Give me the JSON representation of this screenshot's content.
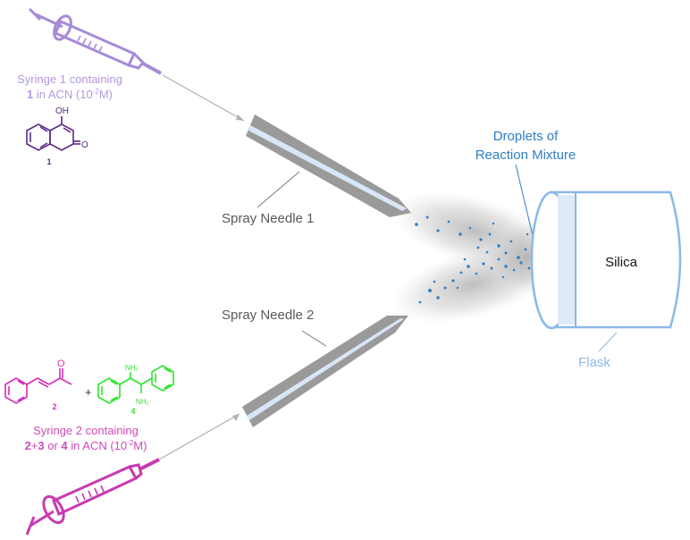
{
  "syringe1": {
    "caption_line1": "Syringe 1 containing",
    "caption_line2_bold": "1",
    "caption_line2_rest": " in ACN (10",
    "caption_line2_exp": "-2",
    "caption_line2_end": "M)",
    "color": "#a78bd8"
  },
  "compound1": {
    "oh_label": "OH",
    "o_label": "O",
    "number": "1",
    "color": "#5b2a86"
  },
  "syringe2": {
    "caption_line1": "Syringe 2 containing",
    "caption_line2_a": "2",
    "caption_line2_b": "+",
    "caption_line2_c": "3",
    "caption_line2_d": " or ",
    "caption_line2_e": "4",
    "caption_line2_rest": " in ACN (10",
    "caption_line2_exp": "-2",
    "caption_line2_end": "M)",
    "color": "#c83ab0"
  },
  "compound2": {
    "o_label": "O",
    "number": "2",
    "color": "#d42fb8"
  },
  "plus_sign": "+",
  "compound4": {
    "nh2_top": "NH₂",
    "nh2_bottom": "NH₂",
    "number": "4",
    "color": "#2ee62e"
  },
  "needle1": {
    "label": "Spray Needle 1"
  },
  "needle2": {
    "label": "Spray Needle 2"
  },
  "droplets": {
    "label_line1": "Droplets of",
    "label_line2": "Reaction Mixture",
    "color": "#2e7fc4"
  },
  "flask": {
    "inner_label": "Silica",
    "label": "Flask",
    "color": "#8cb8e6"
  }
}
